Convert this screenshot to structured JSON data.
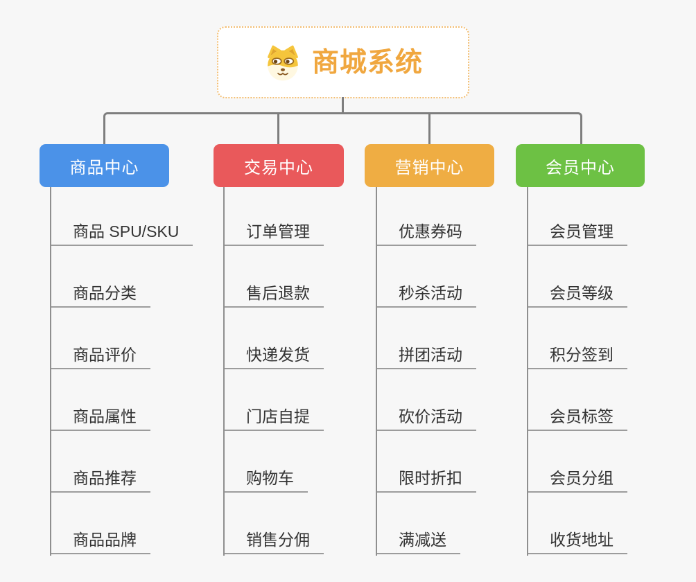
{
  "canvas": {
    "background_color": "#F7F7F7",
    "connector_color": "#7E7E7E",
    "underline_color": "#9C9C9C"
  },
  "root": {
    "title": "商城系统",
    "icon": "dog-face-icon",
    "text_color": "#F0A73F",
    "border_color": "#F3BE72",
    "background_color": "#FFFFFF"
  },
  "branches": [
    {
      "label": "商品中心",
      "color": "#4B92E8",
      "items": [
        "商品 SPU/SKU",
        "商品分类",
        "商品评价",
        "商品属性",
        "商品推荐",
        "商品品牌"
      ]
    },
    {
      "label": "交易中心",
      "color": "#E9595B",
      "items": [
        "订单管理",
        "售后退款",
        "快递发货",
        "门店自提",
        "购物车",
        "销售分佣"
      ]
    },
    {
      "label": "营销中心",
      "color": "#EFAD43",
      "items": [
        "优惠券码",
        "秒杀活动",
        "拼团活动",
        "砍价活动",
        "限时折扣",
        "满减送"
      ]
    },
    {
      "label": "会员中心",
      "color": "#6DC144",
      "items": [
        "会员管理",
        "会员等级",
        "积分签到",
        "会员标签",
        "会员分组",
        "收货地址"
      ]
    }
  ]
}
